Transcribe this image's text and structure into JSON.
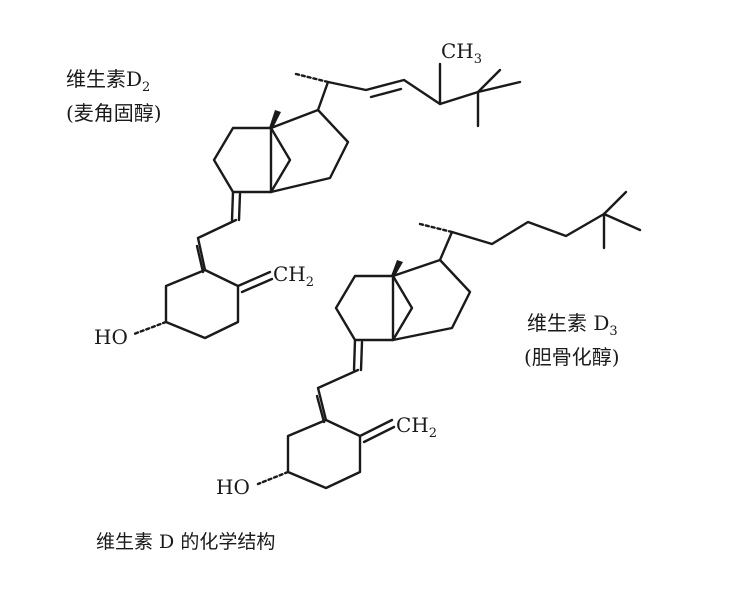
{
  "compound_d2": {
    "name_prefix": "维生素D",
    "name_subscript": "2",
    "trivial_name": "(麦角固醇)",
    "methyl_label": "CH",
    "methyl_subscript": "3",
    "methylene_label": "CH",
    "methylene_subscript": "2",
    "hydroxyl_label": "HO"
  },
  "compound_d3": {
    "name_prefix": "维生素 D",
    "name_subscript": "3",
    "trivial_name": "(胆骨化醇)",
    "methylene_label": "CH",
    "methylene_subscript": "2",
    "hydroxyl_label": "HO"
  },
  "caption": "维生素 D 的化学结构"
}
